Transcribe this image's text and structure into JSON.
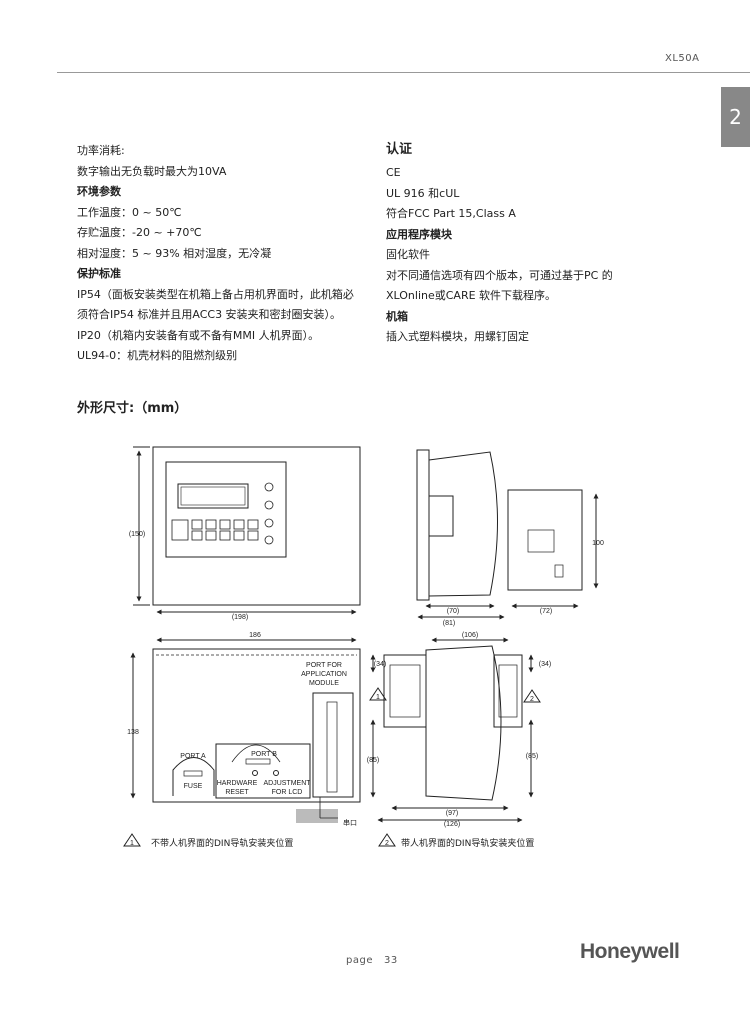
{
  "header": {
    "model": "XL50A",
    "chapter_tab": "2"
  },
  "left_column": {
    "lines": [
      "功率消耗:",
      "数字输出无负载时最大为10VA",
      "环境参数",
      "工作温度：0 ~ 50℃",
      "存贮温度：-20 ~ +70℃",
      "相对湿度：5 ~ 93% 相对湿度，无冷凝",
      "保护标准",
      "IP54（面板安装类型在机箱上备占用机界面时，此机箱必",
      "须符合IP54 标准并且用ACC3 安装夹和密封圈安装）。",
      "IP20（机箱内安装备有或不备有MMI 人机界面）。",
      "UL94-0：机壳材料的阻燃剂级别"
    ]
  },
  "right_column": {
    "title": "认证",
    "lines": [
      "CE",
      "UL 916 和cUL",
      "符合FCC Part 15,Class A",
      "应用程序模块",
      "固化软件",
      "对不同通信选项有四个版本，可通过基于PC 的",
      "XLOnline或CARE 软件下载程序。",
      "机箱",
      "插入式塑料模块，用螺钉固定"
    ]
  },
  "dimensions_title": "外形尺寸:（mm）",
  "drawing_labels": {
    "dim_150": "(150)",
    "dim_198": "(198)",
    "dim_70": "(70)",
    "dim_81": "(81)",
    "dim_72": "(72)",
    "dim_100": "100",
    "dim_186": "186",
    "dim_138": "138",
    "dim_106": "(106)",
    "dim_34a": "(34)",
    "dim_34b": "(34)",
    "dim_85a": "(85)",
    "dim_85b": "(85)",
    "dim_97": "(97)",
    "dim_126": "(126)",
    "port_app_1": "PORT FOR",
    "port_app_2": "APPLICATION",
    "port_app_3": "MODULE",
    "port_a": "PORT A",
    "fuse": "FUSE",
    "port_b": "PORT B",
    "hardware": "HARDWARE",
    "reset": "RESET",
    "adjustment": "ADJUSTMENT",
    "for_lcd": "FOR LCD",
    "serial": "串口",
    "tri1": "1",
    "tri2": "2"
  },
  "notes": {
    "note1_num": "1",
    "note1": "不带人机界面的DIN导轨安装夹位置",
    "note2_num": "2",
    "note2": "带人机界面的DIN导轨安装夹位置"
  },
  "footer": {
    "page_label": "page",
    "page_number": "33",
    "brand": "Honeywell"
  }
}
